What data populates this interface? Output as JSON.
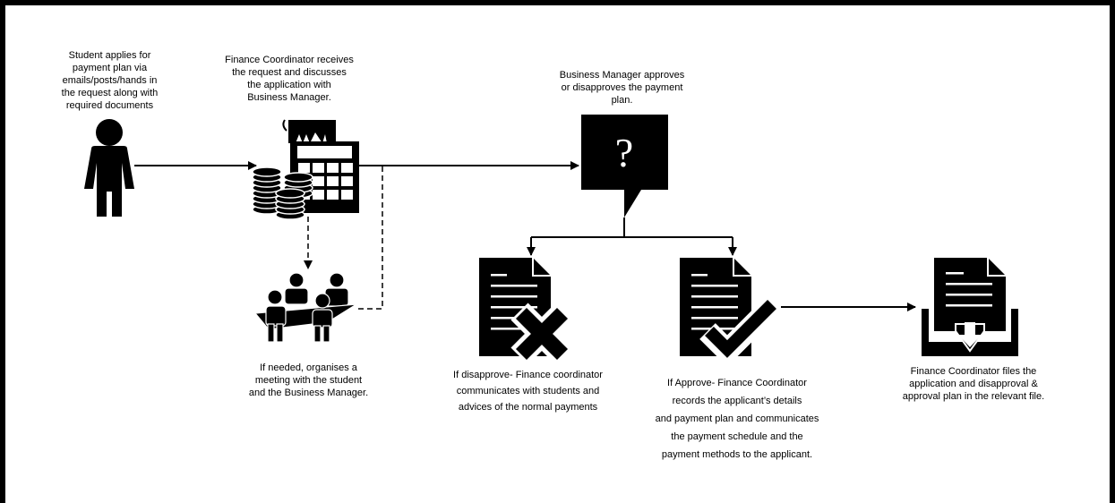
{
  "steps": {
    "student_apply": {
      "lines": [
        "Student applies for",
        "payment plan via",
        "emails/posts/hands in",
        "the request along with",
        "required documents"
      ]
    },
    "finance_receive": {
      "lines": [
        "Finance Coordinator receives",
        "the request and discusses",
        "the application with",
        "Business Manager."
      ]
    },
    "business_decision": {
      "lines": [
        "Business Manager approves",
        "or disapproves the payment",
        "plan."
      ]
    },
    "meeting": {
      "lines": [
        "If needed, organises a",
        "meeting with the student",
        "and the Business Manager."
      ]
    },
    "disapprove": {
      "lines": [
        "If disapprove- Finance coordinator",
        "communicates with students and",
        "advices of the normal payments"
      ]
    },
    "approve": {
      "lines": [
        "If Approve- Finance Coordinator",
        "records the applicant’s details",
        "and payment plan and communicates",
        "the payment schedule and the",
        "payment methods to the applicant."
      ]
    },
    "file": {
      "lines": [
        "Finance Coordinator files the",
        "application and disapproval &",
        "approval plan in the relevant file."
      ]
    }
  },
  "icons": {
    "decision_symbol": "?",
    "names": [
      "person-icon",
      "calculator-icon",
      "coin-stack-icon",
      "question-bubble-icon",
      "meeting-icon",
      "document-reject-icon",
      "document-approve-icon",
      "document-archive-icon"
    ]
  }
}
